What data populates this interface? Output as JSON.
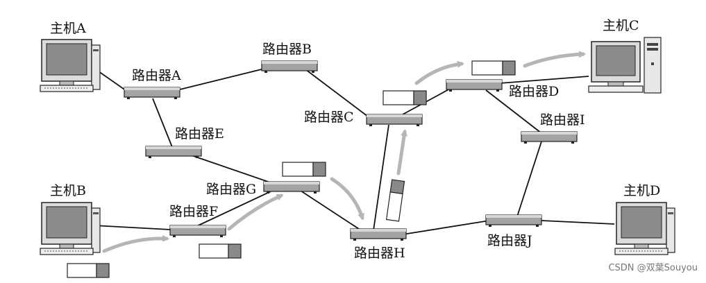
{
  "hosts": {
    "a": "主机A",
    "b": "主机B",
    "c": "主机C",
    "d": "主机D"
  },
  "routers": {
    "a": "路由器A",
    "b": "路由器B",
    "c": "路由器C",
    "d": "路由器D",
    "e": "路由器E",
    "f": "路由器F",
    "g": "路由器G",
    "h": "路由器H",
    "i": "路由器I",
    "j": "路由器J"
  },
  "watermark": "CSDN @双葉Souyou",
  "colors": {
    "line": "#111111",
    "arrow": "#b5b5b5",
    "packet_tag": "#8a8a8a",
    "router_body": "#9a9a9a"
  }
}
